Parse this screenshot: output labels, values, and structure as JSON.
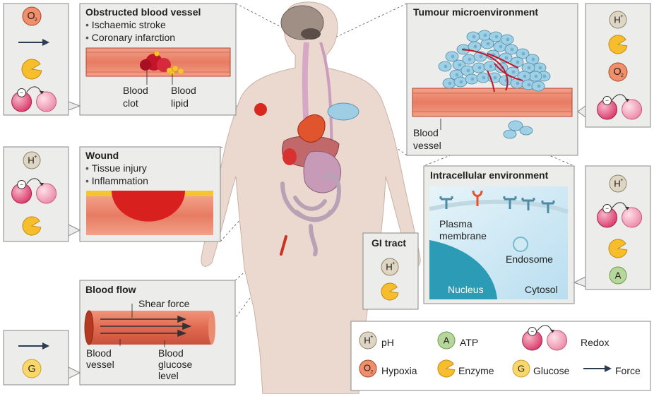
{
  "panels": {
    "obstructed": {
      "title": "Obstructed blood vessel",
      "bullets": [
        "Ischaemic stroke",
        "Coronary infarction"
      ],
      "labels": [
        "Blood",
        "clot",
        "Blood",
        "lipid"
      ]
    },
    "wound": {
      "title": "Wound",
      "bullets": [
        "Tissue injury",
        "Inflammation"
      ]
    },
    "bloodflow": {
      "title": "Blood flow",
      "labels": [
        "Shear force",
        "Blood",
        "vessel",
        "Blood",
        "glucose",
        "level"
      ]
    },
    "gi": {
      "title": "GI tract"
    },
    "tumour": {
      "title": "Tumour microenvironment",
      "labels": [
        "Blood",
        "vessel"
      ]
    },
    "intracellular": {
      "title": "Intracellular environment",
      "labels": [
        "Plasma",
        "membrane",
        "Endosome",
        "Nucleus",
        "Cytosol"
      ]
    }
  },
  "symbols": {
    "h_letter": "H",
    "h_charge": "+",
    "o_letter": "O",
    "o_sub": "2",
    "atp_letter": "A",
    "glucose_letter": "G",
    "minus": "−"
  },
  "legend": {
    "ph": "pH",
    "atp": "ATP",
    "redox": "Redox",
    "hypoxia": "Hypoxia",
    "enzyme": "Enzyme",
    "glucose": "Glucose",
    "force": "Force"
  },
  "colors": {
    "panel_bg": "#ececea",
    "panel_border": "#8a8a8a",
    "vessel": "#e9826a",
    "vessel_dark": "#b9442f",
    "body": "#ebd8cf",
    "clot": "#c4142a",
    "lipid": "#f5c430",
    "cyto": "#d6ecf4",
    "nucleus": "#2c9bb5",
    "tumour_cell": "#9fd0e6",
    "ph_circle": "#ded5c3",
    "o2_circle": "#ef8f6c",
    "atp_circle": "#b6d69b",
    "glucose_circle": "#fad76a",
    "enzyme": "#f6bd2c",
    "redox": "#e44a78"
  }
}
